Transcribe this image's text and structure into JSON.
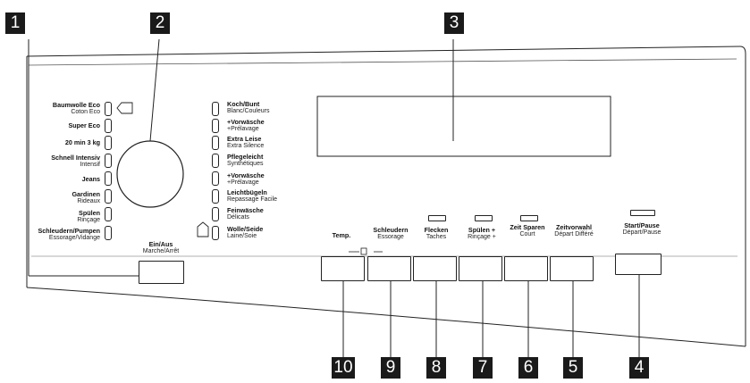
{
  "callouts": {
    "c1": "1",
    "c2": "2",
    "c3": "3",
    "c4": "4",
    "c5": "5",
    "c6": "6",
    "c7": "7",
    "c8": "8",
    "c9": "9",
    "c10": "10"
  },
  "programs_left": [
    {
      "de": "Baumwolle Eco",
      "fr": "Coton Eco"
    },
    {
      "de": "Super Eco",
      "fr": ""
    },
    {
      "de": "20 min 3 kg",
      "fr": ""
    },
    {
      "de": "Schnell Intensiv",
      "fr": "Intensif"
    },
    {
      "de": "Jeans",
      "fr": ""
    },
    {
      "de": "Gardinen",
      "fr": "Rideaux"
    },
    {
      "de": "Spülen",
      "fr": "Rinçage"
    },
    {
      "de": "Schleudern/Pumpen",
      "fr": "Essorage/Vidange"
    }
  ],
  "programs_right": [
    {
      "de": "Koch/Bunt",
      "fr": "Blanc/Couleurs"
    },
    {
      "de": "+Vorwäsche",
      "fr": "+Prélavage"
    },
    {
      "de": "Extra Leise",
      "fr": "Extra Silence"
    },
    {
      "de": "Pflegeleicht",
      "fr": "Synthétiques"
    },
    {
      "de": "+Vorwäsche",
      "fr": "+Prélavage"
    },
    {
      "de": "Leichtbügeln",
      "fr": "Repassage Facile"
    },
    {
      "de": "Feinwäsche",
      "fr": "Délicats"
    },
    {
      "de": "Wolle/Seide",
      "fr": "Laine/Soie"
    }
  ],
  "onoff": {
    "de": "Ein/Aus",
    "fr": "Marche/Arrêt"
  },
  "buttons": {
    "temp": {
      "de": "Temp.",
      "fr": ""
    },
    "spin": {
      "de": "Schleudern",
      "fr": "Essorage"
    },
    "stain": {
      "de": "Flecken",
      "fr": "Taches"
    },
    "rinse": {
      "de": "Spülen +",
      "fr": "Rinçage +"
    },
    "timesave": {
      "de": "Zeit Sparen",
      "fr": "Court"
    },
    "delay": {
      "de": "Zeitvorwahl",
      "fr": "Départ Différé"
    },
    "start": {
      "de": "Start/Pause",
      "fr": "Départ/Pause"
    }
  }
}
